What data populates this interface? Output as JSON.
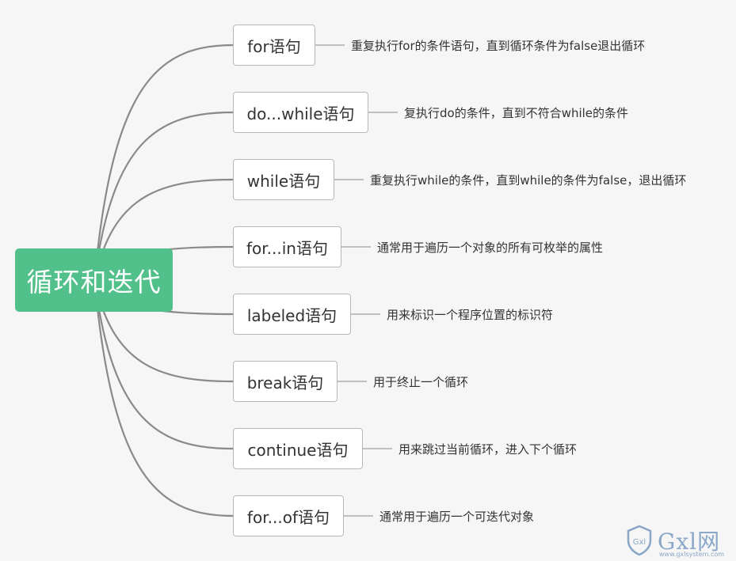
{
  "root": {
    "label": "循环和迭代"
  },
  "branches": [
    {
      "label": "for语句",
      "description": "重复执行for的条件语句，直到循环条件为false退出循环"
    },
    {
      "label": "do...while语句",
      "description": "复执行do的条件，直到不符合while的条件"
    },
    {
      "label": "while语句",
      "description": "重复执行while的条件，直到while的条件为false，退出循环"
    },
    {
      "label": "for...in语句",
      "description": "通常用于遍历一个对象的所有可枚举的属性"
    },
    {
      "label": "labeled语句",
      "description": "用来标识一个程序位置的标识符"
    },
    {
      "label": "break语句",
      "description": "用于终止一个循环"
    },
    {
      "label": "continue语句",
      "description": "用来跳过当前循环，进入下个循环"
    },
    {
      "label": "for...of语句",
      "description": "通常用于遍历一个可迭代对象"
    }
  ],
  "watermark": {
    "text": "Gxl网",
    "badge": "Gxl",
    "domain": "www.gxlsystem.com"
  },
  "colors": {
    "root": "#52c08a",
    "connector": "#8a8a8a",
    "node_border": "#b8b8b8"
  }
}
